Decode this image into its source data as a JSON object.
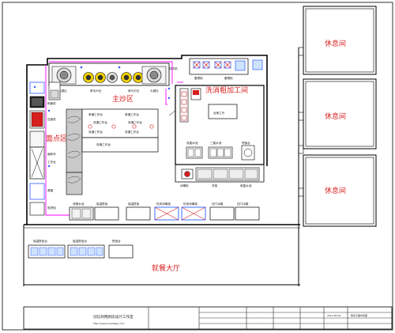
{
  "rooms": {
    "rest_1": "休息间",
    "rest_2": "休息间",
    "rest_3": "休息间",
    "main_cooking": "主炒区",
    "washing": "洗消粗加工间",
    "noodle": "面点区",
    "dining_hall": "就餐大厅"
  },
  "equipment": {
    "big_wok_1": "大锅灶",
    "big_wok_2": "大锅灶",
    "stir_fry_1": "单头炒灶",
    "stir_fry_2": "单头炒灶",
    "exhaust": "排风机",
    "sink_top_1": "备餐柜",
    "sink_top_2": "备餐柜",
    "prep_1": "单通工作台",
    "prep_2": "单通工作台",
    "prep_3": "双通工作台",
    "prep_4": "双通工作台",
    "prep_5": "双通工作台",
    "prep_6": "双通工作台",
    "prep_7": "双通工作台",
    "noodle_1": "和面机",
    "noodle_2": "压面机",
    "noodle_3": "面粉车",
    "noodle_4": "工作台",
    "noodle_5": "蒸箱",
    "noodle_6": "电饼铛",
    "wash_table": "台案工作",
    "wash_1": "双星水池",
    "wash_2": "三星水池",
    "wash_3": "残食台",
    "wash_4": "消毒柜",
    "wash_5": "货架",
    "wash_6": "单星水池",
    "line_1": "双眼水池",
    "line_2": "保温售饭",
    "line_3": "保温售饭",
    "line_4": "热风消毒柜",
    "line_5": "热风消毒柜",
    "line_6": "四门冰箱",
    "line_7": "四门冰箱",
    "counter_1": "保温售饭台",
    "counter_2": "保温售饭台",
    "counter_3": "售饭台"
  },
  "title_block": {
    "studio_name": "创信商用厨房设计工作室",
    "studio_url": "http://www.ecsystkjgl.com",
    "date": "2012.06.29",
    "project": "厨房平面布置图"
  },
  "colors": {
    "room_label": "#d81e1e",
    "water_line": "#ff00ff",
    "equipment_blue": "#2a5cff",
    "stove_yellow": "#f2d200",
    "wall": "#000000"
  }
}
